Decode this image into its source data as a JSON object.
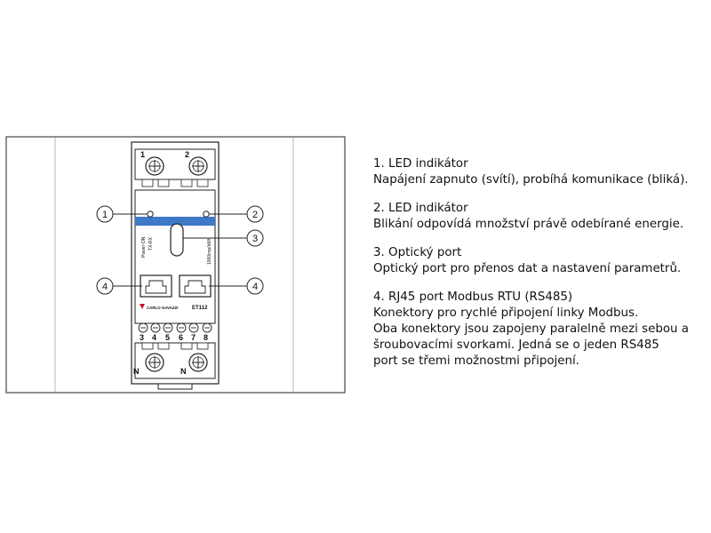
{
  "device": {
    "terminals_top": [
      "1",
      "2"
    ],
    "terminals_bottom": [
      "3",
      "4",
      "5",
      "6",
      "7",
      "8"
    ],
    "neutral_labels": [
      "N",
      "N"
    ],
    "led_labels": [
      "Power-ON",
      "TX-RX"
    ],
    "impulse_label": "1000imp/kWh",
    "brand": "CARLO GAVAZZI",
    "model": "ET112"
  },
  "callouts": [
    {
      "number": "1"
    },
    {
      "number": "2"
    },
    {
      "number": "3"
    },
    {
      "number": "4"
    },
    {
      "number": "4"
    }
  ],
  "legend": [
    {
      "heading": "1. LED indikátor",
      "lines": [
        "Napájení zapnuto (svítí), probíhá komunikace (bliká)."
      ]
    },
    {
      "heading": "2. LED indikátor",
      "lines": [
        "Blikání odpovídá množství právě odebírané energie."
      ]
    },
    {
      "heading": "3. Optický port",
      "lines": [
        "Optický port pro přenos dat a nastavení parametrů."
      ]
    },
    {
      "heading": "4. RJ45 port Modbus RTU (RS485)",
      "lines": [
        "Konektory pro rychlé připojení linky Modbus.",
        "Oba konektory jsou zapojeny paralelně mezi sebou a",
        "šroubovacími svorkami. Jedná se o jeden RS485",
        "port se třemi možnostmi připojení."
      ]
    }
  ],
  "colors": {
    "accent_blue": "#3d79c6",
    "brand_red": "#c8102e",
    "outline": "#222222"
  }
}
